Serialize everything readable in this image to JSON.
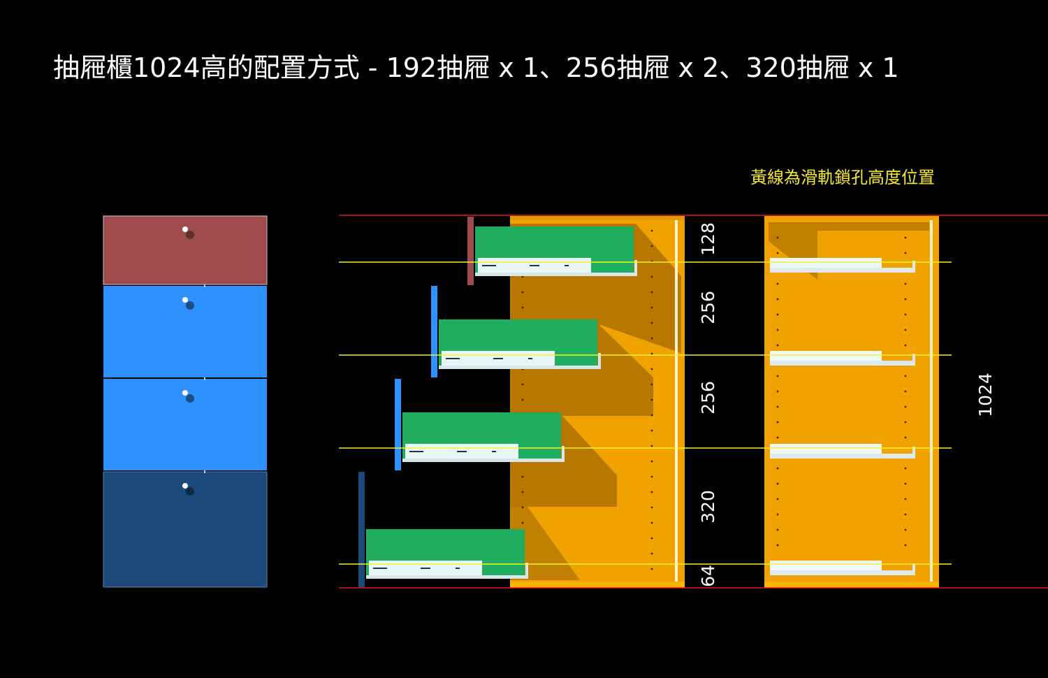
{
  "title": "抽屜櫃1024高的配置方式 - 192抽屜 x 1、256抽屜 x 2、320抽屜 x 1",
  "legend": "黃線為滑軌鎖孔高度位置",
  "colors": {
    "drawer_top": "#a04a4e",
    "drawer_mid": "#2f90ff",
    "drawer_bottom": "#1b4a7a",
    "cabinet": "#f0a300",
    "cabinet_shadow": "#c07a00",
    "drawer_box": "#21ad5f",
    "slide": "#e8f6f8",
    "guide_red": "#e01a1a",
    "guide_yellow": "#f4f42a"
  },
  "dimensions": {
    "segments": [
      "128",
      "256",
      "256",
      "320",
      "64"
    ],
    "total": "1024"
  }
}
